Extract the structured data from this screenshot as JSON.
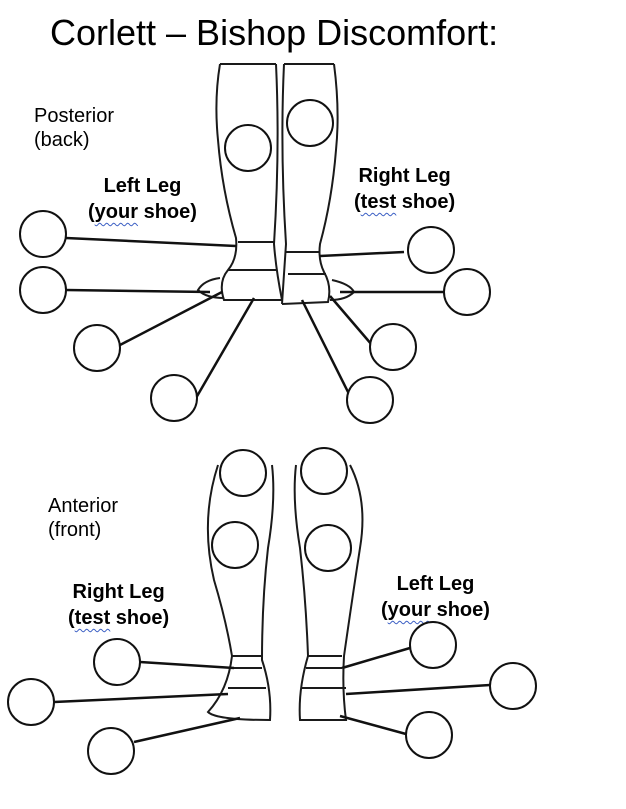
{
  "title": "Corlett – Bishop Discomfort:",
  "posterior": {
    "view_label": "Posterior\n(back)",
    "left_leg": {
      "label": "Left Leg",
      "paren_open": "(",
      "squiggle": "your",
      "rest": " shoe)"
    },
    "right_leg": {
      "label": "Right Leg",
      "paren_open": "(",
      "squiggle": "test",
      "rest": " shoe)"
    }
  },
  "anterior": {
    "view_label": "Anterior\n(front)",
    "right_leg": {
      "label": "Right Leg",
      "paren_open": "(",
      "squiggle": "test",
      "rest": " shoe)"
    },
    "left_leg": {
      "label": "Left Leg",
      "paren_open": "(",
      "squiggle": "your",
      "rest": " shoe)"
    }
  },
  "colors": {
    "outline": "#1a1a1a",
    "spellcheck_squiggle": "#3b5fc4"
  }
}
